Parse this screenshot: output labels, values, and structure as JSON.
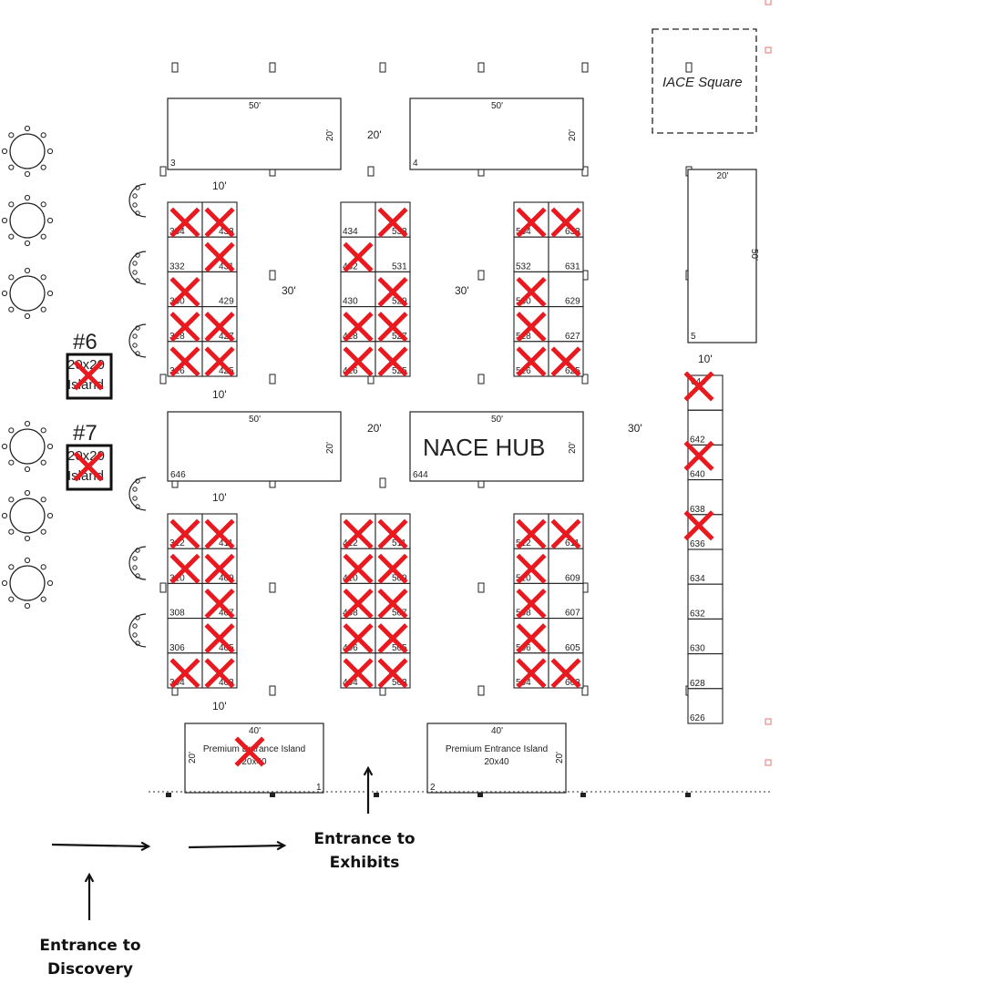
{
  "colors": {
    "line": "#222222",
    "x_mark": "#e8191f",
    "aisle": "#555555"
  },
  "aisle_widths": {
    "w20": "20'",
    "w30": "30'",
    "w10": "10'"
  },
  "iace_square": "IACE Square",
  "nace_hub": "NACE HUB",
  "islands": [
    {
      "number": "#6",
      "label_line1": "20x20",
      "label_line2": "Island",
      "sold": true
    },
    {
      "number": "#7",
      "label_line1": "20x20",
      "label_line2": "Island",
      "sold": true
    }
  ],
  "large_booths": [
    {
      "number": "3",
      "width": "50'",
      "depth": "20'"
    },
    {
      "number": "4",
      "width": "50'",
      "depth": "20'"
    },
    {
      "number": "5",
      "width": "20'",
      "depth": "50'"
    },
    {
      "number": "646",
      "width": "50'",
      "depth": "20'"
    },
    {
      "number": "644",
      "width": "50'",
      "depth": "20'"
    }
  ],
  "premium_islands": [
    {
      "number": "1",
      "title": "Premium Entrance Island",
      "size": "20x40",
      "width": "40'",
      "depth": "20'",
      "sold": true
    },
    {
      "number": "2",
      "title": "Premium Entrance Island",
      "size": "20x40",
      "width": "40'",
      "depth": "20'",
      "sold": false
    }
  ],
  "booth_blocks": [
    {
      "rows": [
        [
          "334",
          "433"
        ],
        [
          "332",
          "431"
        ],
        [
          "330",
          "429"
        ],
        [
          "328",
          "427"
        ],
        [
          "326",
          "425"
        ]
      ],
      "sold": [
        [
          1,
          1
        ],
        [
          0,
          1
        ],
        [
          1,
          0
        ],
        [
          1,
          1
        ],
        [
          1,
          1
        ]
      ]
    },
    {
      "rows": [
        [
          "434",
          "533"
        ],
        [
          "432",
          "531"
        ],
        [
          "430",
          "529"
        ],
        [
          "428",
          "527"
        ],
        [
          "426",
          "525"
        ]
      ],
      "sold": [
        [
          0,
          1
        ],
        [
          1,
          0
        ],
        [
          0,
          1
        ],
        [
          1,
          1
        ],
        [
          1,
          1
        ]
      ]
    },
    {
      "rows": [
        [
          "534",
          "633"
        ],
        [
          "532",
          "631"
        ],
        [
          "530",
          "629"
        ],
        [
          "528",
          "627"
        ],
        [
          "526",
          "625"
        ]
      ],
      "sold": [
        [
          1,
          1
        ],
        [
          0,
          0
        ],
        [
          1,
          0
        ],
        [
          1,
          0
        ],
        [
          1,
          1
        ]
      ]
    },
    {
      "rows": [
        [
          "312",
          "411"
        ],
        [
          "310",
          "409"
        ],
        [
          "308",
          "407"
        ],
        [
          "306",
          "405"
        ],
        [
          "304",
          "403"
        ]
      ],
      "sold": [
        [
          1,
          1
        ],
        [
          1,
          1
        ],
        [
          0,
          1
        ],
        [
          0,
          1
        ],
        [
          1,
          1
        ]
      ]
    },
    {
      "rows": [
        [
          "412",
          "511"
        ],
        [
          "410",
          "509"
        ],
        [
          "408",
          "507"
        ],
        [
          "406",
          "505"
        ],
        [
          "404",
          "503"
        ]
      ],
      "sold": [
        [
          1,
          1
        ],
        [
          1,
          1
        ],
        [
          1,
          1
        ],
        [
          1,
          1
        ],
        [
          1,
          1
        ]
      ]
    },
    {
      "rows": [
        [
          "512",
          "611"
        ],
        [
          "510",
          "609"
        ],
        [
          "508",
          "607"
        ],
        [
          "506",
          "605"
        ],
        [
          "504",
          "603"
        ]
      ],
      "sold": [
        [
          1,
          1
        ],
        [
          1,
          0
        ],
        [
          1,
          0
        ],
        [
          1,
          0
        ],
        [
          1,
          1
        ]
      ]
    }
  ],
  "column_booths": {
    "numbers": [
      "644",
      "642",
      "640",
      "638",
      "636",
      "634",
      "632",
      "630",
      "628",
      "626"
    ],
    "sold": [
      1,
      0,
      1,
      0,
      1,
      0,
      0,
      0,
      0,
      0
    ]
  },
  "annotations": {
    "entrance_exhibits": [
      "Entrance to",
      "Exhibits"
    ],
    "entrance_discovery": [
      "Entrance to",
      "Discovery"
    ]
  }
}
